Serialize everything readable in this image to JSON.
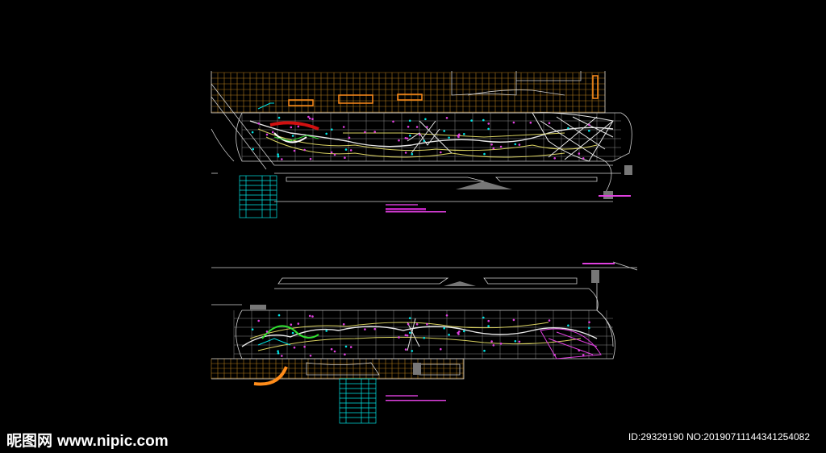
{
  "watermark": {
    "brand_cn": "昵图网",
    "site": "www.nipic.com"
  },
  "image_id": "ID:29329190 NO:20190711144341254082",
  "colors": {
    "background": "#000000",
    "paving": "#b07a1c",
    "line": "#d0d0d0",
    "cyan": "#00e5e5",
    "magenta": "#e040e0",
    "green": "#30e030",
    "yellow": "#d8d060",
    "orange": "#ff8c1a",
    "red": "#d01010"
  }
}
